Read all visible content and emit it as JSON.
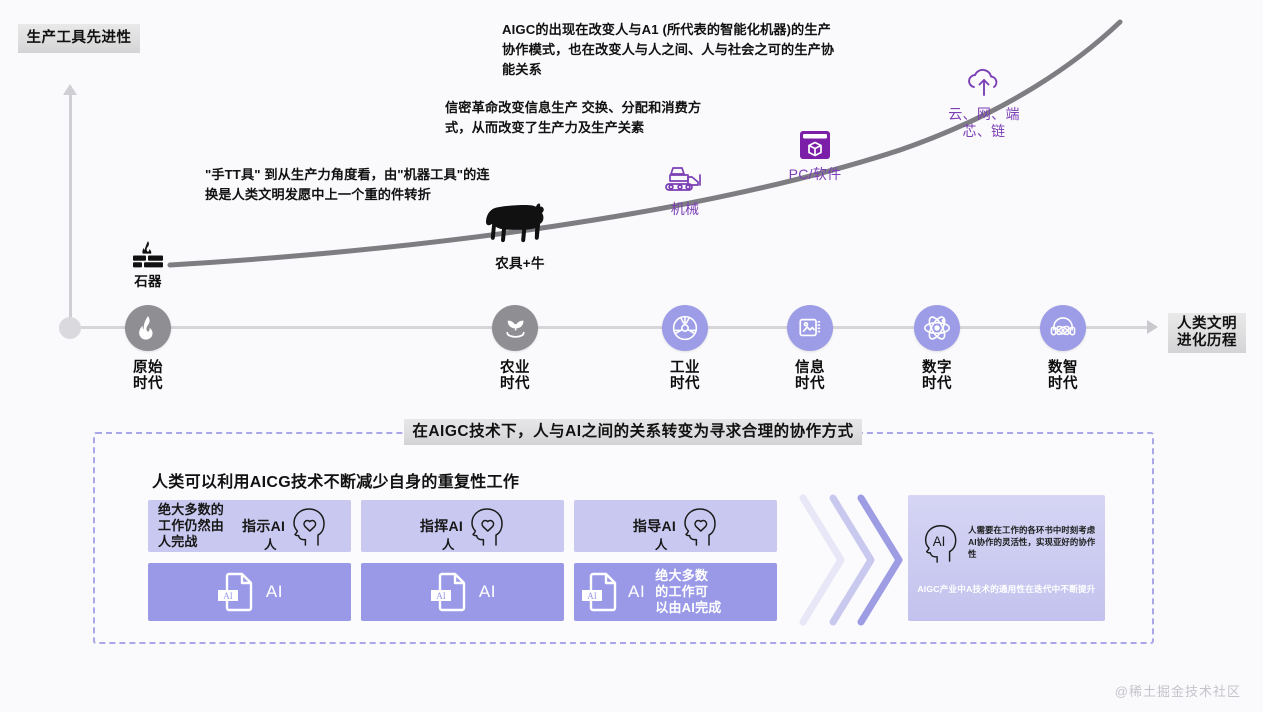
{
  "title_chip": "生产工具先进性",
  "axis_chip": {
    "line1": "人类文明",
    "line2": "进化历程"
  },
  "notes": {
    "aigc": "AIGC的出现在改变人与A1 (所代表的智能化机器)的生产协作模式，也在改变人与人之间、人与社会之可的生产协能关系",
    "info": "信密革命改变信息生产 交换、分配和消费方式，从而改变了生产力及生产关素",
    "tool": "\"手TT具\" 到从生产力角度看，由\"机器工具\"的连换是人类文明发愿中上一个重的件转折"
  },
  "milestones": [
    {
      "label": "石器",
      "icon": "stone-fire-icon",
      "color": "#111111"
    },
    {
      "label": "农具+牛",
      "icon": "cow-icon",
      "color": "#111111"
    },
    {
      "label": "机械",
      "icon": "bulldozer-icon",
      "color": "#7b3fb5"
    },
    {
      "label": "PC/软件",
      "icon": "pc-software-icon",
      "color": "#7b3fb5"
    },
    {
      "label": "云、网、端\n芯、链",
      "icon": "cloud-upload-icon",
      "color": "#7b3fb5"
    }
  ],
  "eras": [
    {
      "line1": "原始",
      "line2": "时代",
      "icon": "fire-icon",
      "bubble": "grey"
    },
    {
      "line1": "农业",
      "line2": "时代",
      "icon": "sprout-icon",
      "bubble": "grey"
    },
    {
      "line1": "工业",
      "line2": "时代",
      "icon": "gear-wheel-icon",
      "bubble": "purple"
    },
    {
      "line1": "信息",
      "line2": "时代",
      "icon": "media-icon",
      "bubble": "purple"
    },
    {
      "line1": "数字",
      "line2": "时代",
      "icon": "atom-icon",
      "bubble": "purple"
    },
    {
      "line1": "数智",
      "line2": "时代",
      "icon": "headset-ai-icon",
      "bubble": "purple"
    }
  ],
  "panel": {
    "header_chip": "在AIGC技术下，人与AI之间的关系转变为寻求合理的协作方式",
    "heading": "人类可以利用AICG技术不断减少自身的重复性工作",
    "cards": [
      {
        "top_left": "绝大多数的\n工作仍然由\n人完战",
        "top_center": "指示AI",
        "top_person": "人",
        "bottom_ai": "AI",
        "bottom_caption": ""
      },
      {
        "top_left": "",
        "top_center": "指挥AI",
        "top_person": "人",
        "bottom_ai": "AI",
        "bottom_caption": ""
      },
      {
        "top_left": "",
        "top_center": "指导AI",
        "top_person": "人",
        "bottom_ai": "AI",
        "bottom_caption": "绝大多数\n的工作可\n以由AI完成"
      }
    ],
    "summary": {
      "badge": "AI",
      "text": "人需要在工作的各环书中时刻考虑\nAI协作的灵活性，实现亚好的协作性",
      "footer": "AIGC产业中A技术的通用性在迭代中不断提升"
    }
  },
  "watermark": "@稀土掘金技术社区",
  "colors": {
    "purple_accent": "#7b3fb5",
    "node_purple": "#9d9ce6",
    "node_grey": "#8e8e93",
    "card_top": "#c9c8f0",
    "card_bottom": "#9a99e8",
    "dashed_border": "#a9a7e8",
    "curve": "#7d7d82",
    "background": "#fafafc"
  }
}
